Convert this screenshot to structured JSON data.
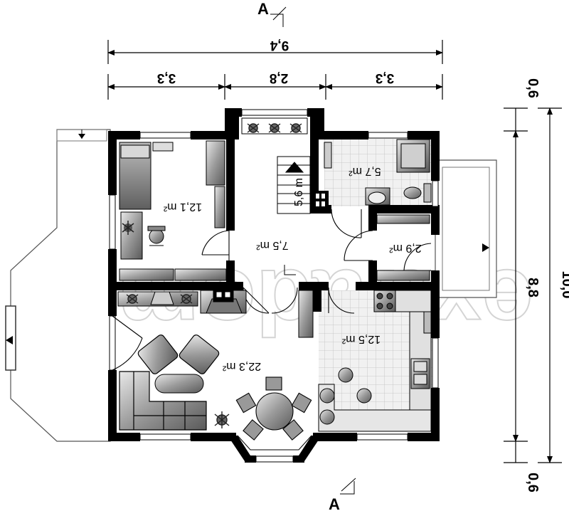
{
  "section_marks": {
    "top": "A",
    "bottom": "A"
  },
  "dimensions": {
    "overall_width": "9,4",
    "segments": [
      "3,3",
      "2,8",
      "3,3"
    ],
    "right_top": "0,6",
    "right_inner": "8,8",
    "right_bottom": "0,6",
    "right_overall": "10,0"
  },
  "stair_label": "5,6 m",
  "rooms": [
    {
      "id": "bedroom",
      "area": "12,1 m²"
    },
    {
      "id": "hall",
      "area": "7,5 m²"
    },
    {
      "id": "bathroom",
      "area": "5,7 m²"
    },
    {
      "id": "closet",
      "area": "2,9 m²"
    },
    {
      "id": "living",
      "area": "22,3 m²"
    },
    {
      "id": "kitchen",
      "area": "12,5 m²"
    }
  ],
  "watermark": "extradom"
}
